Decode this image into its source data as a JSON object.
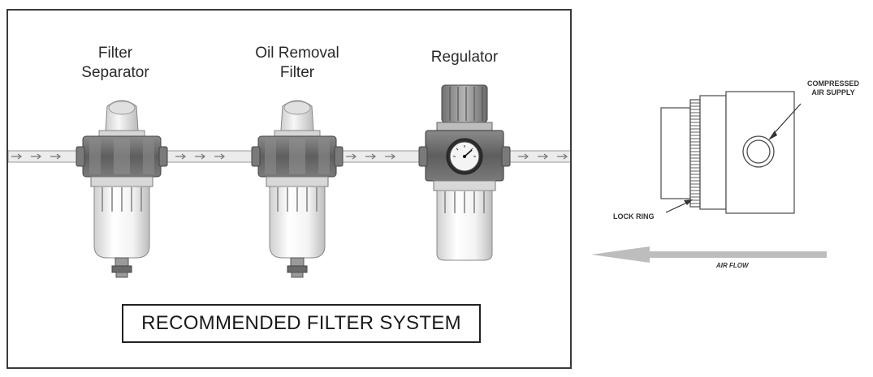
{
  "main_panel": {
    "components": [
      {
        "label": "Filter\nSeparator"
      },
      {
        "label": "Oil Removal\nFilter"
      },
      {
        "label": "Regulator"
      }
    ],
    "system_label": "RECOMMENDED FILTER SYSTEM"
  },
  "side_diagram": {
    "compressed_air_label": "COMPRESSED\nAIR SUPPLY",
    "lock_ring_label": "LOCK RING",
    "air_flow_label": "AIR FLOW"
  },
  "colors": {
    "frame": "#3a3a3a",
    "housing_dark": "#6f6f6f",
    "bowl": "#f2f2f2",
    "flow_arrow": "#bdbdbd"
  }
}
